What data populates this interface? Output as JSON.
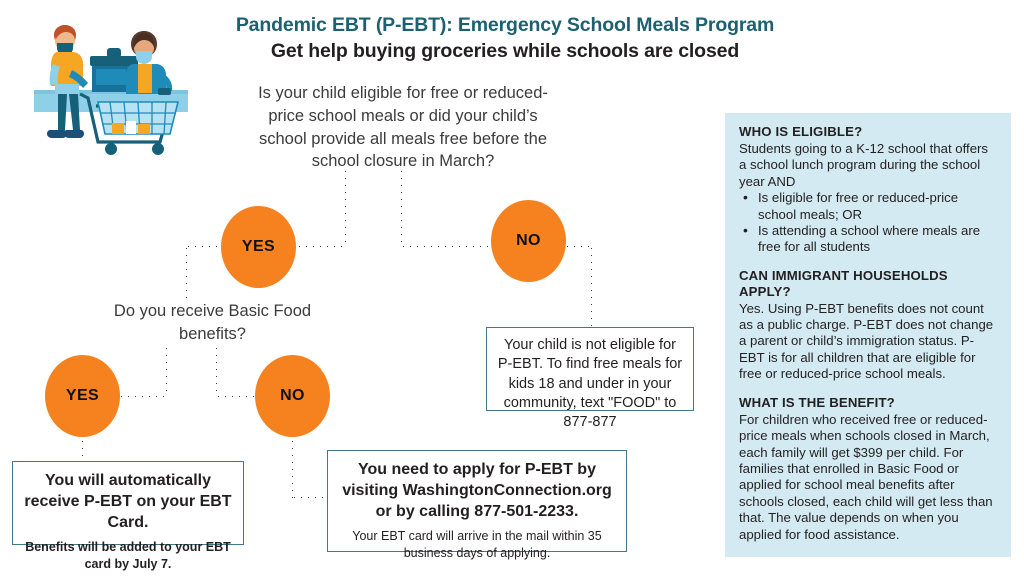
{
  "header": {
    "title_main": "Pandemic EBT (P-EBT): Emergency School Meals Program",
    "title_sub": "Get help buying groceries while schools are closed",
    "title_color": "#1d6170"
  },
  "illustration": {
    "name": "grocery-checkout-illustration",
    "description": "Two masked people at a grocery store checkout counter with a shopping cart"
  },
  "flowchart": {
    "root_question": "Is your child eligible for free or reduced-price school meals or did your child’s school provide all meals free before the school closure in March?",
    "second_question": "Do you receive Basic Food benefits?",
    "node_yes_top": "YES",
    "node_no_top": "NO",
    "node_yes_bottom": "YES",
    "node_no_bottom": "NO",
    "node_color": "#f5821f",
    "connector_color": "#3a3a3a",
    "box_border_color": "#3f7886",
    "outcome_not_eligible": {
      "text": "Your child is not eligible for P-EBT. To find free meals for kids 18 and under in your community, text \"FOOD\" to 877-877"
    },
    "outcome_automatic": {
      "main": "You will automatically receive P-EBT on your EBT Card.",
      "sub": "Benefits will be added to your EBT card by July 7."
    },
    "outcome_apply": {
      "main": "You need to apply for P-EBT by visiting WashingtonConnection.org or by calling 877-501-2233.",
      "sub": "Your EBT card will arrive in the mail within 35 business days of applying."
    }
  },
  "sidebar": {
    "background_color": "#d3eaf2",
    "sections": [
      {
        "heading": "WHO IS ELIGIBLE?",
        "body": "Students going to a K-12 school that offers a school lunch program during the school year AND",
        "bullets": [
          "Is eligible for free or reduced-price school meals; OR",
          "Is attending a school where meals are free for all students"
        ]
      },
      {
        "heading": "CAN IMMIGRANT HOUSEHOLDS APPLY?",
        "body": "Yes. Using P-EBT benefits does not count as a public charge. P-EBT does not change a parent or child’s immigration status. P-EBT is for all children that are eligible for free or reduced-price school meals.",
        "bullets": []
      },
      {
        "heading": "WHAT IS THE BENEFIT?",
        "body": "For children who received free or reduced-price meals when schools closed in March, each family will get $399 per child. For families that enrolled in Basic Food or applied for school meal benefits after schools closed, each child will get less than that. The value depends on when you applied for food assistance.",
        "bullets": []
      }
    ]
  }
}
